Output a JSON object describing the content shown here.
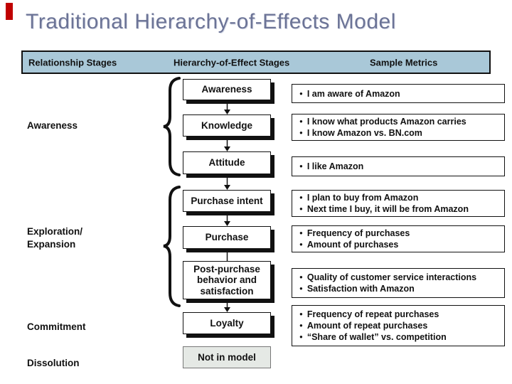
{
  "slide": {
    "title": "Traditional Hierarchy-of-Effects Model"
  },
  "colors": {
    "title_text": "#6b7396",
    "header_bar_bg": "#a9c8d8",
    "box_border_shadow": "#111111",
    "not_in_model_bg": "#e5e9e5",
    "red_mark": "#c00000"
  },
  "ui": {
    "bullet_char": "●"
  },
  "header": {
    "col1": "Relationship Stages",
    "col2": "Hierarchy-of-Effect Stages",
    "col3": "Sample Metrics"
  },
  "relationship_stages": [
    {
      "label": "Awareness"
    },
    {
      "label": "Exploration/\n Expansion"
    },
    {
      "label": "Commitment"
    },
    {
      "label": "Dissolution"
    }
  ],
  "effect_stages": [
    "Awareness",
    "Knowledge",
    "Attitude",
    "Purchase intent",
    "Purchase",
    "Post-purchase behavior and satisfaction",
    "Loyalty"
  ],
  "not_in_model": "Not in model",
  "metrics": [
    {
      "bullets": [
        "I am aware of Amazon"
      ]
    },
    {
      "bullets": [
        "I know what products Amazon carries",
        "I know Amazon vs. BN.com"
      ]
    },
    {
      "bullets": [
        "I like Amazon"
      ]
    },
    {
      "bullets": [
        "I plan to buy from Amazon",
        "Next time I buy, it will be from Amazon"
      ]
    },
    {
      "bullets": [
        "Frequency of purchases",
        "Amount of purchases"
      ]
    },
    {
      "bullets": [
        "Quality of customer service interactions",
        "Satisfaction with Amazon"
      ]
    },
    {
      "bullets": [
        "Frequency of repeat purchases",
        "Amount of repeat purchases",
        "“Share of wallet” vs. competition"
      ]
    }
  ]
}
